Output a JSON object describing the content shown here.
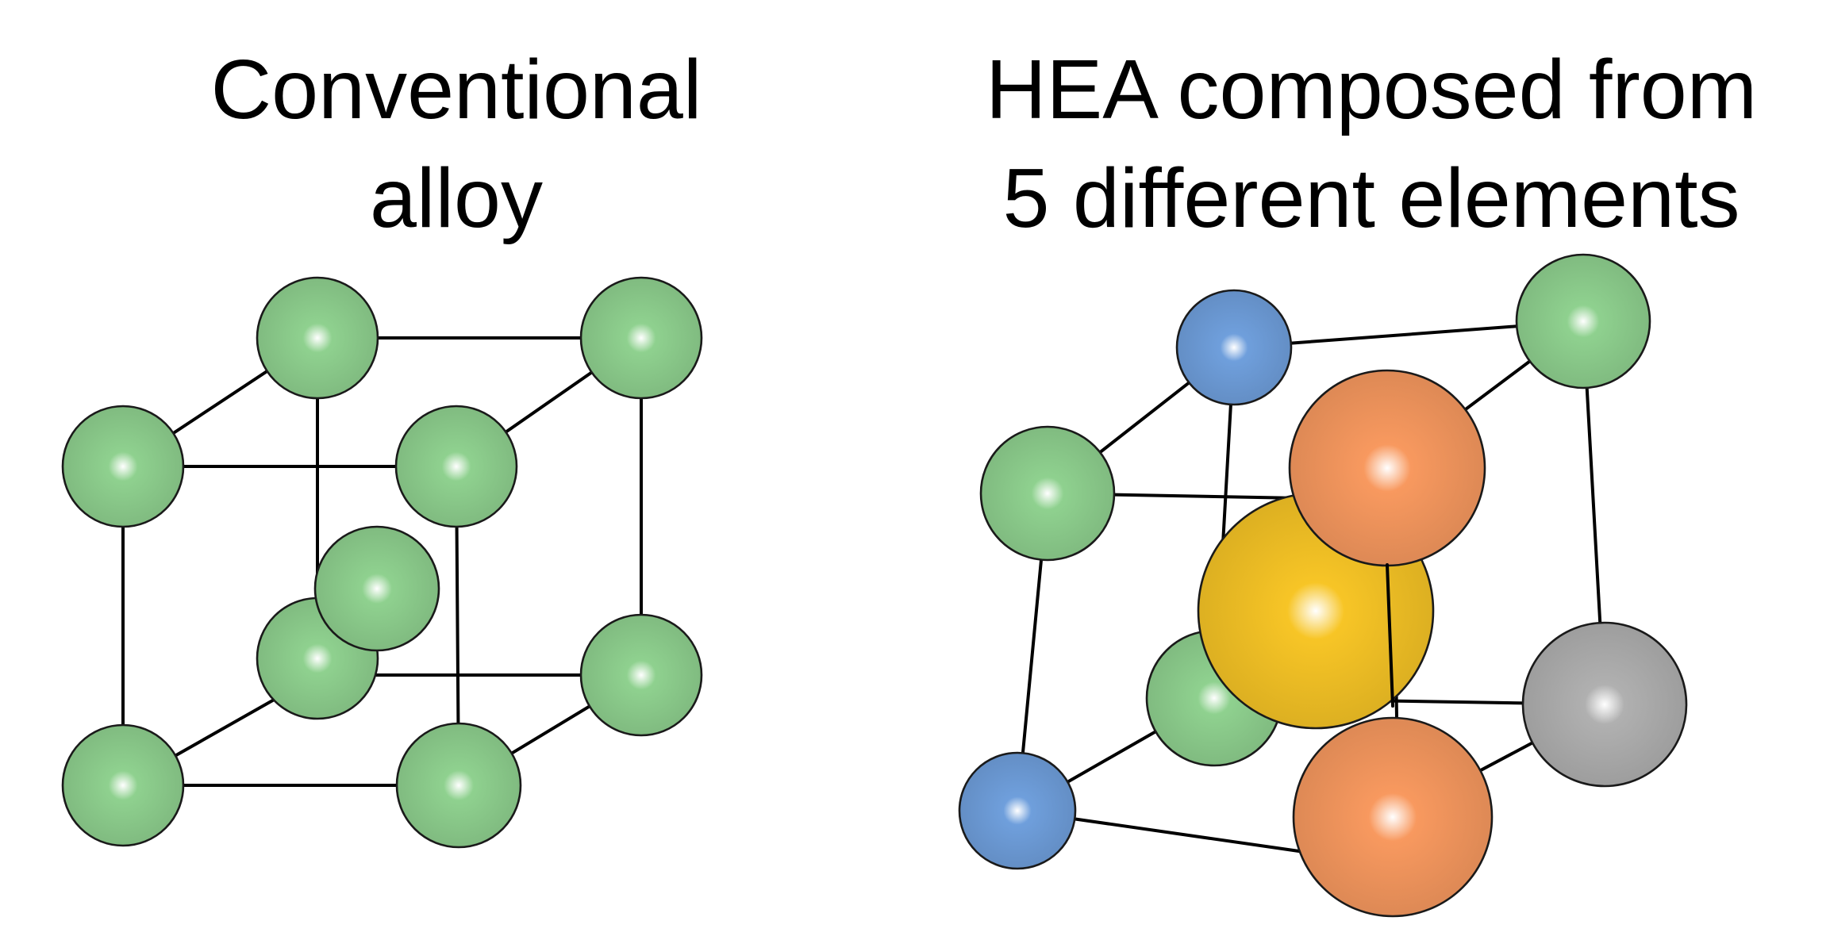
{
  "left": {
    "title_line1": "Conventional",
    "title_line2": "alloy",
    "atom_color": "#8fd18f"
  },
  "right": {
    "title_line1": "HEA composed from",
    "title_line2": "5 different elements",
    "element_colors": {
      "green": "#8fd18f",
      "blue": "#6f9fdc",
      "orange": "#f8995f",
      "yellow": "#f7c526",
      "gray": "#b0b0b0"
    }
  }
}
